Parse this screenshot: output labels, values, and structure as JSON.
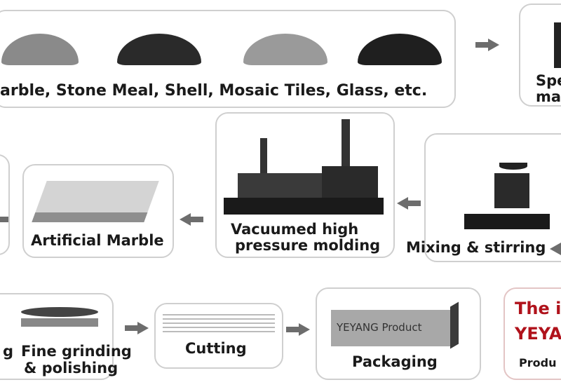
{
  "materials": {
    "label": "arble, Stone Meal, Shell, Mosaic Tiles, Glass, etc."
  },
  "special": {
    "line1": "Spe",
    "line2": "ma"
  },
  "artificial_marble": {
    "label": "Artificial Marble"
  },
  "molding": {
    "line1": "Vacuumed high",
    "line2": "pressure molding"
  },
  "mixing": {
    "label": "Mixing & stirring"
  },
  "grinding_partial": {
    "label": "g"
  },
  "grinding": {
    "line1": "Fine grinding",
    "line2": "& polishing"
  },
  "cutting": {
    "label": "Cutting"
  },
  "packaging": {
    "label": "Packaging",
    "product_text": "YEYANG Product"
  },
  "intro": {
    "line1": "The i",
    "line2": "YEYA",
    "line3": "Produ",
    "accent": "#b0121b"
  }
}
